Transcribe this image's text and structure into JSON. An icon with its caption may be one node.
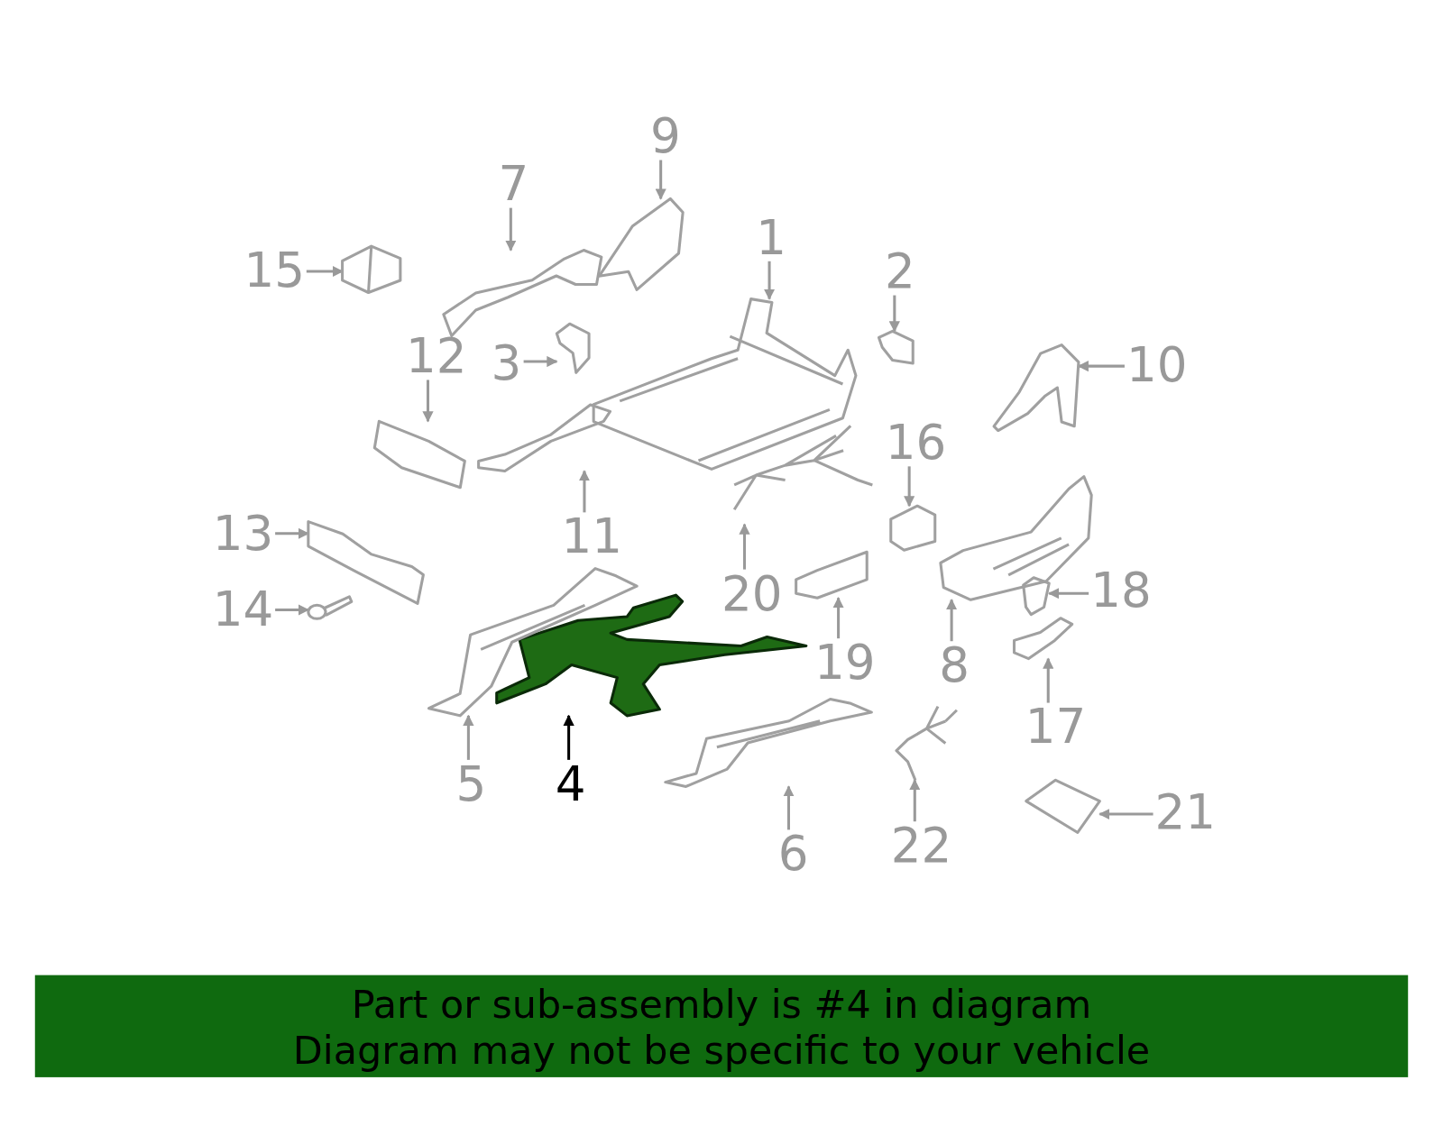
{
  "diagram": {
    "nodes": [
      {
        "text": [
          "1"
        ]
      },
      {
        "text": [
          "2"
        ]
      },
      {
        "text": [
          "3"
        ]
      },
      {
        "text": [
          "4"
        ]
      },
      {
        "text": [
          "5"
        ]
      },
      {
        "text": [
          "6"
        ]
      },
      {
        "text": [
          "7"
        ]
      },
      {
        "text": [
          "8"
        ]
      },
      {
        "text": [
          "9"
        ]
      },
      {
        "text": [
          "10"
        ]
      },
      {
        "text": [
          "11"
        ]
      },
      {
        "text": [
          "12"
        ]
      },
      {
        "text": [
          "13"
        ]
      },
      {
        "text": [
          "14"
        ]
      },
      {
        "text": [
          "15"
        ]
      },
      {
        "text": [
          "16"
        ]
      },
      {
        "text": [
          "17"
        ]
      },
      {
        "text": [
          "18"
        ]
      },
      {
        "text": [
          "19"
        ]
      },
      {
        "text": [
          "20"
        ]
      },
      {
        "text": [
          "21"
        ]
      },
      {
        "text": [
          "22"
        ]
      },
      {
        "text": [],
        "shape": "picture"
      },
      {
        "text": [],
        "shape": "picture"
      },
      {
        "text": [],
        "shape": "picture"
      },
      {
        "text": [],
        "shape": "picture"
      },
      {
        "text": [],
        "shape": "picture"
      },
      {
        "text": [],
        "shape": "picture"
      },
      {
        "text": [],
        "shape": "picture"
      },
      {
        "text": [],
        "shape": "picture"
      },
      {
        "text": [],
        "shape": "picture"
      },
      {
        "text": [],
        "shape": "picture"
      },
      {
        "text": [],
        "shape": "picture"
      },
      {
        "text": [],
        "shape": "picture"
      },
      {
        "text": [],
        "shape": "picture"
      },
      {
        "text": [],
        "shape": "picture"
      },
      {
        "text": [],
        "shape": "picture"
      },
      {
        "text": [],
        "shape": "picture"
      },
      {
        "text": [],
        "shape": "picture"
      },
      {
        "text": [],
        "shape": "picture"
      },
      {
        "text": [],
        "shape": "picture"
      },
      {
        "text": [],
        "shape": "picture"
      },
      {
        "text": [],
        "shape": "picture"
      },
      {
        "text": [],
        "shape": "picture"
      }
    ],
    "edges": [
      {
        "from": 0,
        "to": 22,
        "arrow": "to"
      },
      {
        "from": 1,
        "to": 23,
        "arrow": "to"
      },
      {
        "from": 2,
        "to": 24,
        "arrow": "to"
      },
      {
        "from": 3,
        "to": 25,
        "arrow": "to",
        "color": "#000000"
      },
      {
        "from": 4,
        "to": 26,
        "arrow": "to"
      },
      {
        "from": 5,
        "to": 27,
        "arrow": "to"
      },
      {
        "from": 6,
        "to": 28,
        "arrow": "to"
      },
      {
        "from": 7,
        "to": 29,
        "arrow": "to"
      },
      {
        "from": 8,
        "to": 30,
        "arrow": "to"
      },
      {
        "from": 9,
        "to": 31,
        "arrow": "to"
      },
      {
        "from": 10,
        "to": 32,
        "arrow": "to"
      },
      {
        "from": 11,
        "to": 33,
        "arrow": "to"
      },
      {
        "from": 12,
        "to": 34,
        "arrow": "to"
      },
      {
        "from": 13,
        "to": 35,
        "arrow": "to"
      },
      {
        "from": 14,
        "to": 36,
        "arrow": "to"
      },
      {
        "from": 15,
        "to": 37,
        "arrow": "to"
      },
      {
        "from": 16,
        "to": 38,
        "arrow": "to"
      },
      {
        "from": 17,
        "to": 39,
        "arrow": "to"
      },
      {
        "from": 18,
        "to": 40,
        "arrow": "to"
      },
      {
        "from": 19,
        "to": 41,
        "arrow": "to"
      },
      {
        "from": 20,
        "to": 42,
        "arrow": "to"
      },
      {
        "from": 21,
        "to": 43,
        "arrow": "to"
      }
    ],
    "labels": [
      "Part or sub-assembly is #4 in diagram",
      "Diagram may not be specific to your vehicle"
    ]
  }
}
